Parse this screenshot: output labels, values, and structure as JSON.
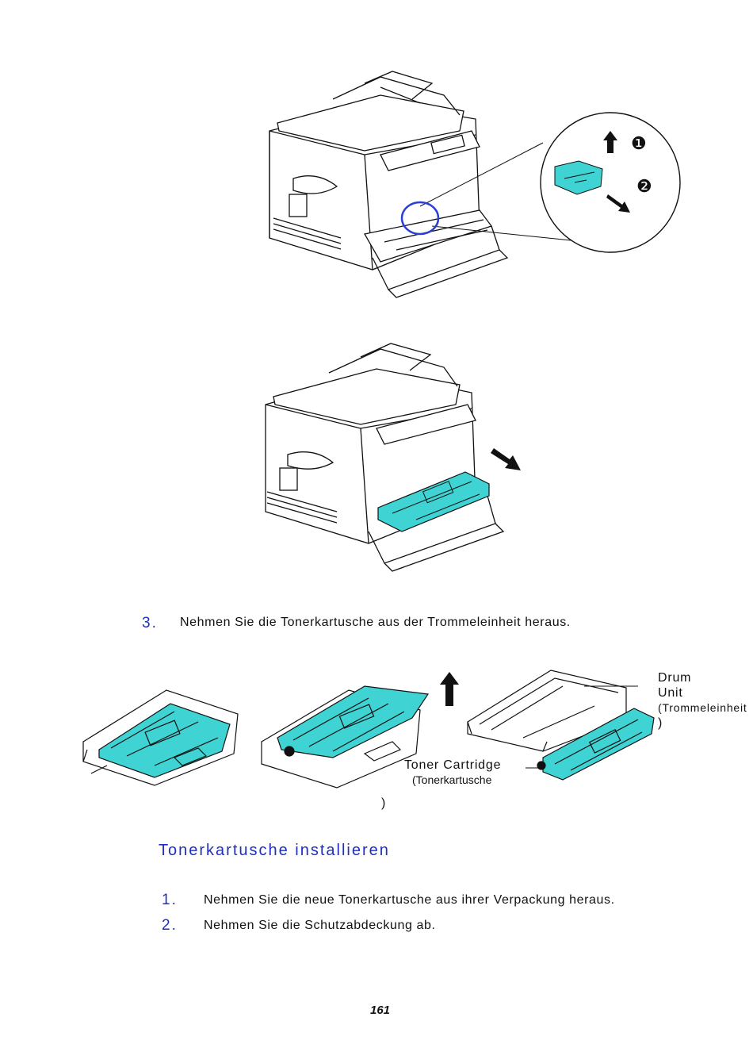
{
  "callouts": {
    "one": "❶",
    "two": "❷"
  },
  "step3": {
    "number": "3.",
    "text": "Nehmen Sie die Tonerkartusche aus der Trommeleinheit heraus."
  },
  "labels": {
    "drum_line1": "Drum",
    "drum_line2": "Unit",
    "drum_line3": "(Trommeleinheit",
    "drum_close": ")",
    "toner_line1": "Toner Cartridge",
    "toner_line2": "(Tonerkartusche",
    "toner_close": ")"
  },
  "section": {
    "heading": "Tonerkartusche installieren"
  },
  "steps": [
    {
      "number": "1.",
      "text": "Nehmen Sie die neue Tonerkartusche aus ihrer Verpackung heraus."
    },
    {
      "number": "2.",
      "text": "Nehmen Sie die Schutzabdeckung ab."
    }
  ],
  "page_number": "161",
  "colors": {
    "accent_blue": "#1f2fc0",
    "toner_cyan": "#3fd3d3",
    "highlight_circle": "#2b3fd6"
  }
}
